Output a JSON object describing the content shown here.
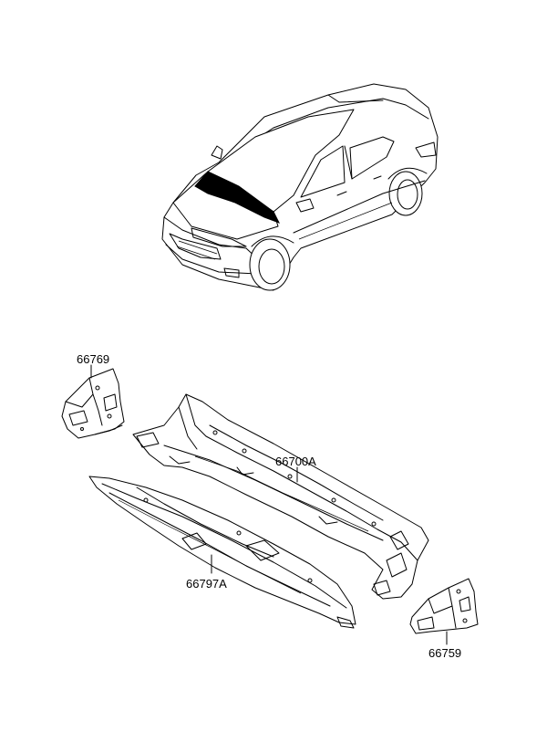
{
  "parts": [
    {
      "id": "p1",
      "number": "66769"
    },
    {
      "id": "p2",
      "number": "66700A"
    },
    {
      "id": "p3",
      "number": "66797A"
    },
    {
      "id": "p4",
      "number": "66759"
    }
  ],
  "colors": {
    "line": "#000000",
    "background": "#ffffff"
  }
}
